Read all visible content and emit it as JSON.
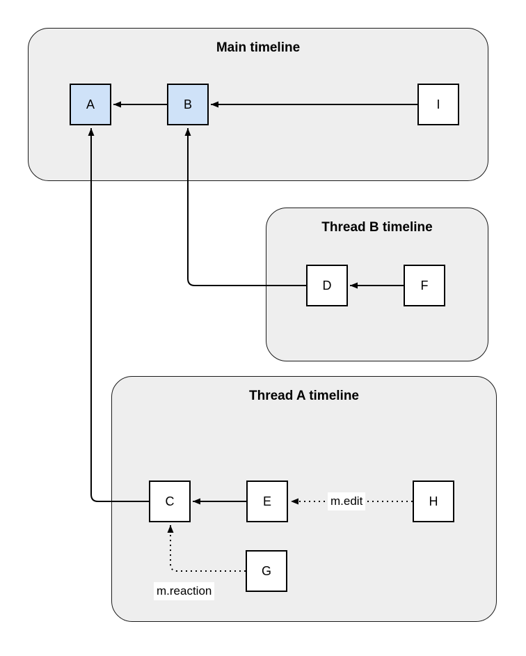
{
  "diagram": {
    "containers": {
      "main": {
        "title": "Main timeline"
      },
      "thread_b": {
        "title": "Thread B timeline"
      },
      "thread_a": {
        "title": "Thread A timeline"
      }
    },
    "nodes": {
      "a": {
        "label": "A",
        "highlighted": true,
        "timeline": "main"
      },
      "b": {
        "label": "B",
        "highlighted": true,
        "timeline": "main"
      },
      "i": {
        "label": "I",
        "highlighted": false,
        "timeline": "main"
      },
      "d": {
        "label": "D",
        "highlighted": false,
        "timeline": "thread_b"
      },
      "f": {
        "label": "F",
        "highlighted": false,
        "timeline": "thread_b"
      },
      "c": {
        "label": "C",
        "highlighted": false,
        "timeline": "thread_a"
      },
      "e": {
        "label": "E",
        "highlighted": false,
        "timeline": "thread_a"
      },
      "h": {
        "label": "H",
        "highlighted": false,
        "timeline": "thread_a"
      },
      "g": {
        "label": "G",
        "highlighted": false,
        "timeline": "thread_a"
      }
    },
    "edges": [
      {
        "from": "B",
        "to": "A",
        "style": "solid",
        "label": ""
      },
      {
        "from": "I",
        "to": "B",
        "style": "solid",
        "label": ""
      },
      {
        "from": "F",
        "to": "D",
        "style": "solid",
        "label": ""
      },
      {
        "from": "E",
        "to": "C",
        "style": "solid",
        "label": ""
      },
      {
        "from": "D",
        "to": "B",
        "style": "solid",
        "label": ""
      },
      {
        "from": "C",
        "to": "A",
        "style": "solid",
        "label": ""
      },
      {
        "from": "H",
        "to": "E",
        "style": "dotted",
        "label": "m.edit"
      },
      {
        "from": "G",
        "to": "C",
        "style": "dotted",
        "label": "m.reaction"
      }
    ],
    "colors": {
      "page_bg": "#ffffff",
      "container_fill": "#eeeeee",
      "container_stroke": "#1a1a1a",
      "node_fill": "#ffffff",
      "node_highlight_fill": "#cfe2f8",
      "node_stroke": "#000000",
      "edge_stroke": "#000000",
      "label_bg": "#ffffff"
    }
  }
}
